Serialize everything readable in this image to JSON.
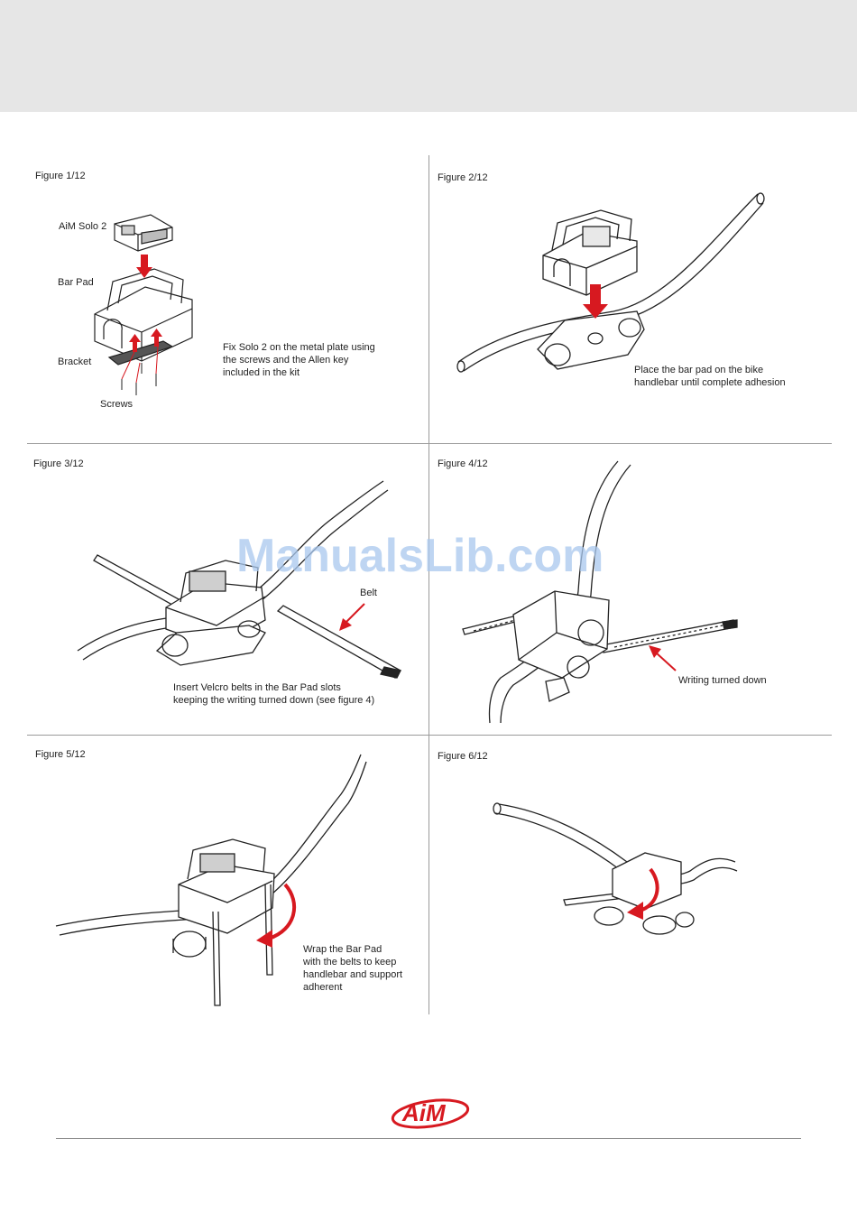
{
  "figures": [
    {
      "label": "Figure 1/12",
      "callouts": {
        "device": "AiM Solo 2",
        "pad": "Bar Pad",
        "bracket": "Bracket",
        "screws": "Screws"
      },
      "caption": "Fix Solo 2 on the metal plate using\nthe screws and the Allen key\nincluded in the kit"
    },
    {
      "label": "Figure 2/12",
      "caption": "Place the bar pad on the bike\nhandlebar until complete adhesion"
    },
    {
      "label": "Figure 3/12",
      "callouts": {
        "belt": "Belt"
      },
      "caption": "Insert Velcro belts in the Bar Pad slots\nkeeping the writing turned down (see figure 4)"
    },
    {
      "label": "Figure 4/12",
      "callouts": {
        "writing": "Writing turned down"
      }
    },
    {
      "label": "Figure 5/12",
      "caption": "Wrap the Bar Pad\nwith the belts to keep\nhandlebar and support\nadherent"
    },
    {
      "label": "Figure 6/12"
    }
  ],
  "watermark": "ManualsLib.com",
  "footer": {
    "logo_text": "AiM"
  },
  "colors": {
    "arrow_red": "#d71920",
    "line": "#222222",
    "band": "#e6e6e6"
  }
}
